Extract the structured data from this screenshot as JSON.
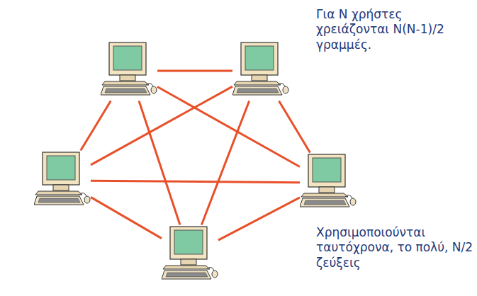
{
  "diagram": {
    "nodes": [
      {
        "text": []
      },
      {
        "text": []
      },
      {
        "text": []
      },
      {
        "text": []
      },
      {
        "text": []
      }
    ],
    "edges": [
      {
        "from": 0,
        "to": 1,
        "arrow": "none"
      },
      {
        "from": 0,
        "to": 2,
        "arrow": "none"
      },
      {
        "from": 0,
        "to": 3,
        "arrow": "none"
      },
      {
        "from": 0,
        "to": 4,
        "arrow": "none"
      },
      {
        "from": 1,
        "to": 2,
        "arrow": "none"
      },
      {
        "from": 1,
        "to": 3,
        "arrow": "none"
      },
      {
        "from": 1,
        "to": 4,
        "arrow": "none"
      },
      {
        "from": 2,
        "to": 3,
        "arrow": "none"
      },
      {
        "from": 2,
        "to": 4,
        "arrow": "none"
      },
      {
        "from": 3,
        "to": 4,
        "arrow": "none"
      }
    ],
    "labels": [
      "Για N χρήστες χρειάζονται N(N-1)/2 γραμμές.",
      "Χρησιμοποιούνται ταυτόχρονα, το πολύ, N/2 ζεύξεις"
    ]
  }
}
